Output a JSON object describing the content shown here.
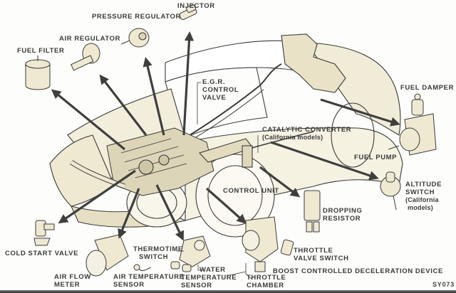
{
  "diagram": {
    "title": "Electronic Fuel Injection System Component Locations",
    "figure_code": "SY073",
    "colors": {
      "paper": "#fdfdfb",
      "line": "#3a3a3a",
      "fill": "#efe9d2",
      "fill_dark": "#ddd5b8",
      "arrow": "#3f3f3f"
    },
    "labels": {
      "injector": "INJECTOR",
      "pressure_regulator": "PRESSURE REGULATOR",
      "air_regulator": "AIR REGULATOR",
      "fuel_filter": "FUEL FILTER",
      "egr_control_valve_1": "E.G.R.",
      "egr_control_valve_2": "CONTROL",
      "egr_control_valve_3": "VALVE",
      "catalytic_converter": "CATALYTIC CONVERTER",
      "catalytic_converter_note": "(California models)",
      "fuel_damper": "FUEL DAMPER",
      "fuel_pump": "FUEL PUMP",
      "altitude_switch_1": "ALTITUDE",
      "altitude_switch_2": "SWITCH",
      "altitude_switch_note_1": "(California",
      "altitude_switch_note_2": "models)",
      "control_unit": "CONTROL UNIT",
      "dropping_resistor_1": "DROPPING",
      "dropping_resistor_2": "RESISTOR",
      "throttle_valve_switch_1": "THROTTLE",
      "throttle_valve_switch_2": "VALVE SWITCH",
      "boost_controlled_deceleration_device": "BOOST CONTROLLED DECELERATION DEVICE",
      "cold_start_valve": "COLD START VALVE",
      "thermotime_switch_1": "THERMOTIME",
      "thermotime_switch_2": "SWITCH",
      "air_flow_meter_1": "AIR FLOW",
      "air_flow_meter_2": "METER",
      "air_temperature_sensor_1": "AIR TEMPERATURE",
      "air_temperature_sensor_2": "SENSOR",
      "water_temperature_sensor_1": "WATER",
      "water_temperature_sensor_2": "TEMPERATURE",
      "water_temperature_sensor_3": "SENSOR",
      "throttle_chamber_1": "THROTTLE",
      "throttle_chamber_2": "CHAMBER"
    }
  }
}
